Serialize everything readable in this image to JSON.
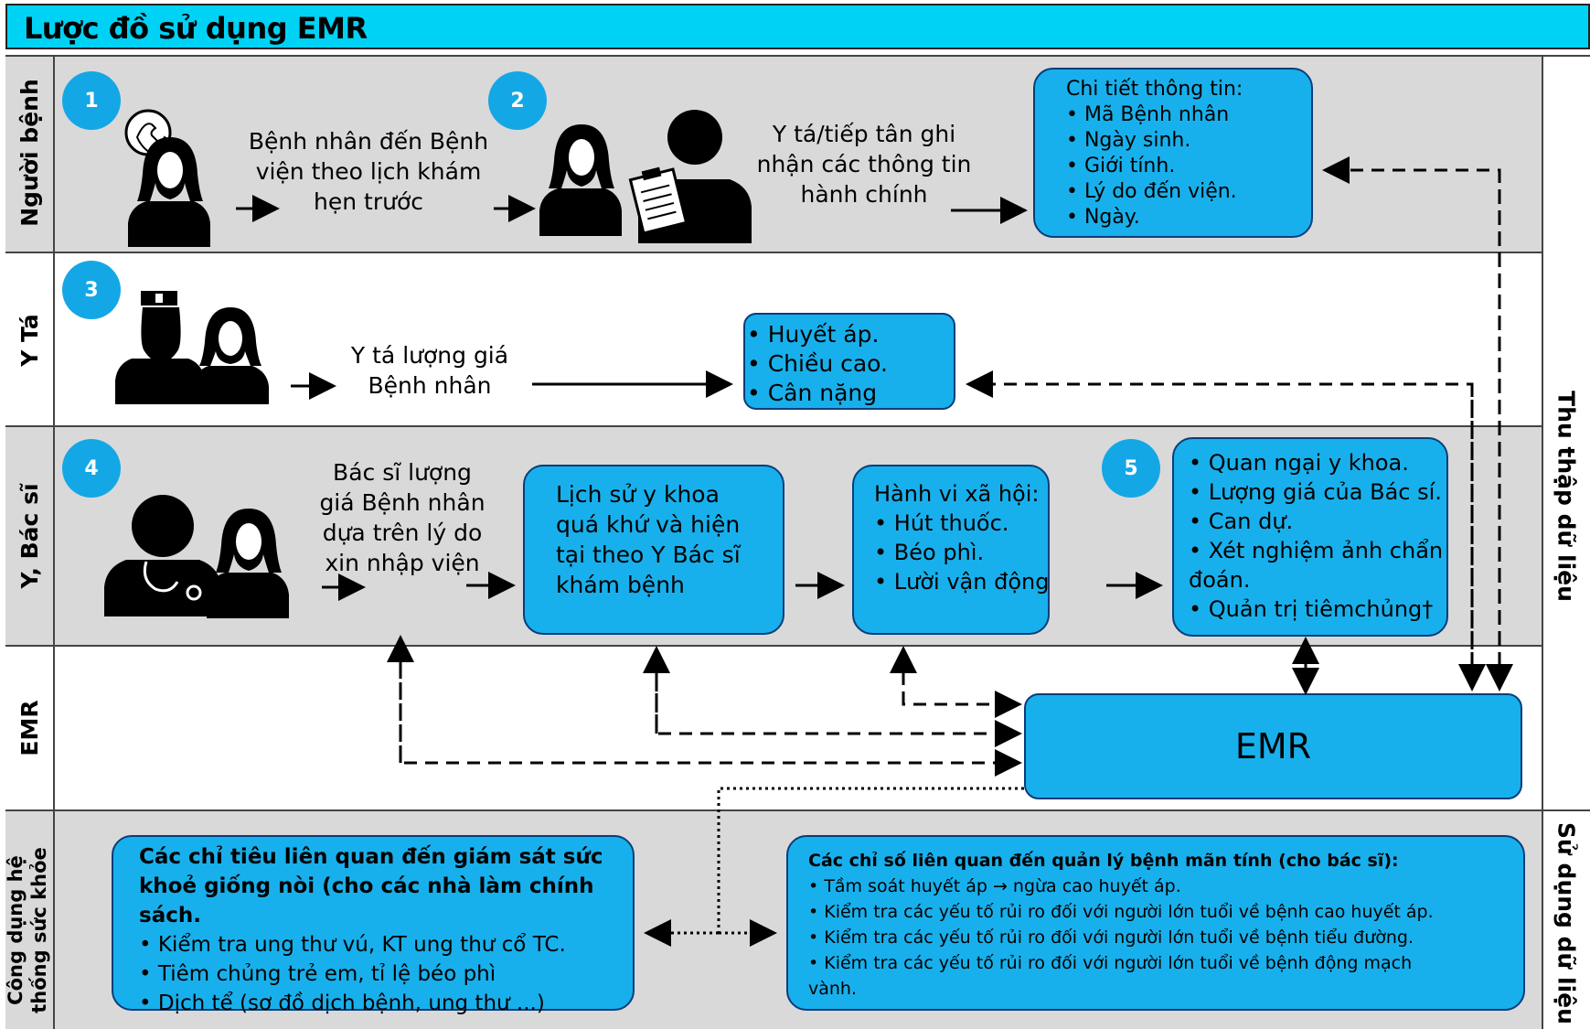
{
  "header": {
    "title": "Lược đồ sử dụng EMR"
  },
  "lanes": {
    "patient": "Người bệnh",
    "nurse": "Y Tá",
    "doctor": "Y, Bác sĩ",
    "emr": "EMR",
    "public_health": "Công dụng hệ thống sức khỏe"
  },
  "side_labels": {
    "collect": "Thu thập dữ liệu",
    "use": "Sử dụng dữ liệu"
  },
  "steps": [
    "1",
    "2",
    "3",
    "4",
    "5"
  ],
  "texts": {
    "arrive": [
      "Bệnh nhân đến Bệnh",
      "viện theo lịch khám",
      "hẹn trước"
    ],
    "reception": [
      "Y tá/tiếp tân ghi",
      "nhận các thông tin",
      "hành chính"
    ],
    "nurse_assess": [
      "Y tá lượng giá",
      "Bệnh nhân"
    ],
    "doctor_assess": [
      "Bác sĩ lượng",
      "giá Bệnh nhân",
      "dựa trên lý do",
      "xin nhập viện"
    ]
  },
  "boxes": {
    "patient_info": [
      "Chi tiết thông tin:",
      "• Mã Bệnh nhân",
      "• Ngày sinh.",
      "• Giới tính.",
      "• Lý do đến viện.",
      "• Ngày."
    ],
    "vitals": [
      "• Huyết áp.",
      "• Chiều cao.",
      "• Cân nặng"
    ],
    "history": [
      "Lịch sử y khoa",
      "quá khứ và hiện",
      "tại theo Y Bác sĩ",
      "khám bệnh"
    ],
    "social": [
      "Hành vi xã hội:",
      "• Hút thuốc.",
      "• Béo phì.",
      "• Lười vận động"
    ],
    "concerns": [
      "• Quan ngại y khoa.",
      "• Lượng giá của Bác sí.",
      "• Can dự.",
      "• Xét nghiệm ảnh chẩn",
      "đoán.",
      "• Quản trị tiêmchủng†"
    ],
    "emr": "EMR",
    "policy_title": [
      "Các chỉ tiêu liên quan đến giám sát sức",
      "khoẻ giống nòi (cho các nhà làm chính",
      "sách."
    ],
    "policy_items": [
      "• Kiểm tra ung thư vú, KT ung thư cổ TC.",
      "• Tiêm chủng  trẻ em, tỉ lệ béo phì",
      "• Dịch tể (sơ đồ dịch bệnh, ung thư ...)"
    ],
    "chronic_title": "Các chỉ số liên quan đến quản lý bệnh mãn tính (cho bác sĩ):",
    "chronic_items": [
      "• Tầm soát huyết áp → ngừa cao huyết áp.",
      "• Kiểm tra các yếu tố rủi ro đối với người lớn tuổi về bệnh cao huyết áp.",
      "• Kiểm tra các yếu tố rủi ro đối với người lớn tuổi về bệnh tiểu đường.",
      "• Kiểm tra các yếu tố rủi ro đối với người lớn tuổi về bệnh động mạch",
      "vành."
    ]
  },
  "colors": {
    "header": "#00d2f5",
    "box": "#18b0ec",
    "step": "#14a7e6",
    "lane_gray": "#d9d9d9"
  },
  "icons": [
    "phone-icon",
    "person-icon",
    "clipboard-icon",
    "nurse-icon",
    "doctor-stethoscope-icon"
  ]
}
